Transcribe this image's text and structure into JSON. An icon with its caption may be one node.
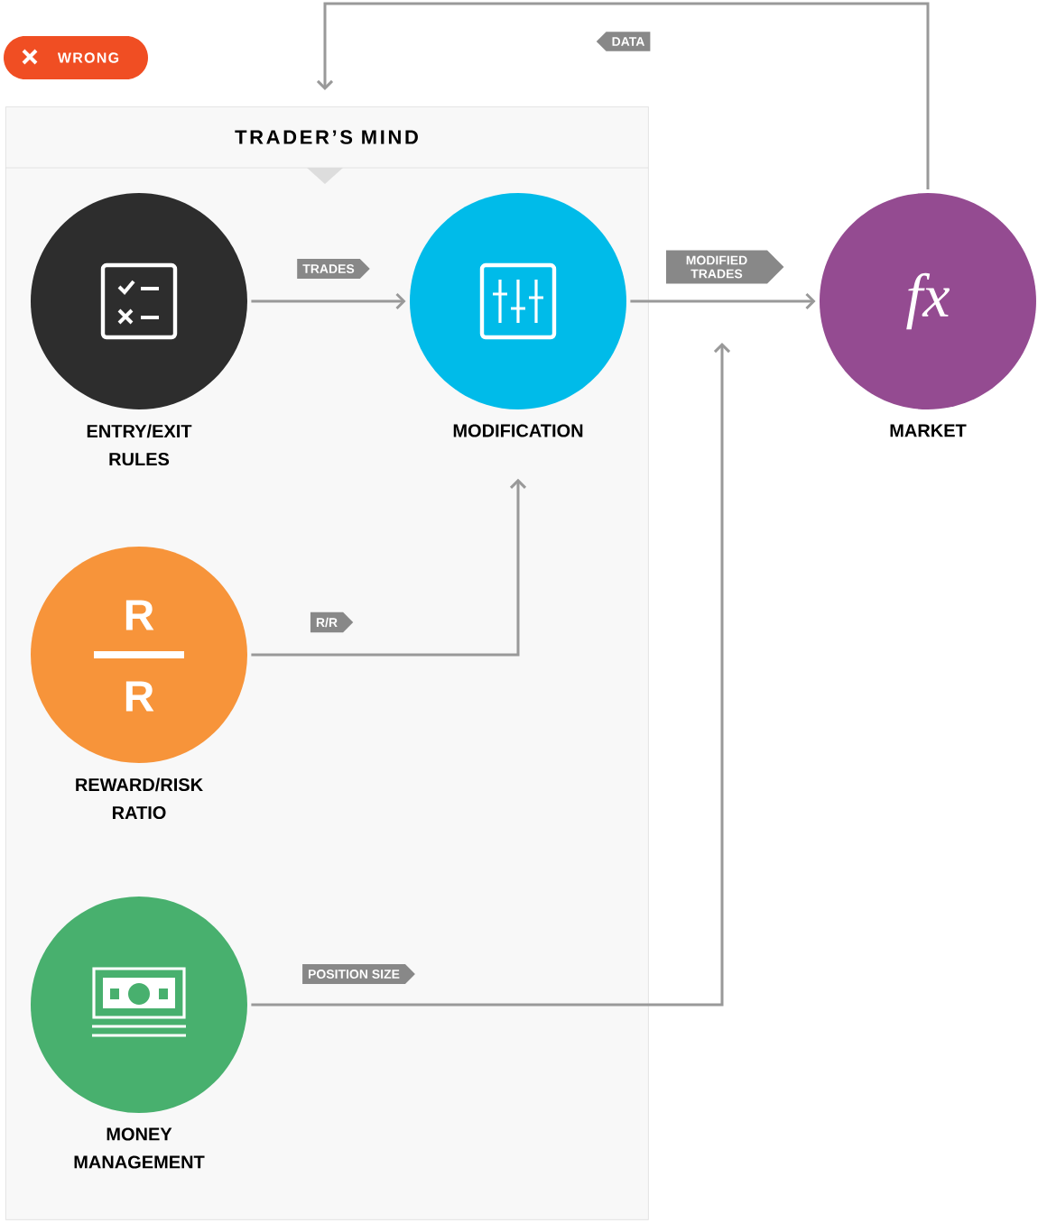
{
  "diagram": {
    "nodes": [
      {
        "text": [
          "WRONG"
        ]
      },
      {
        "text": [
          "TRADER’S MIND"
        ]
      },
      {
        "text": [
          "ENTRY/EXIT RULES"
        ],
        "in": 1
      },
      {
        "text": [
          "MODIFICATION"
        ],
        "in": 1
      },
      {
        "text": [
          "R",
          "R",
          "REWARD/RISK RATIO"
        ],
        "in": 1
      },
      {
        "text": [
          "MONEY MANAGEMENT"
        ],
        "in": 1
      },
      {
        "text": [
          "fx",
          "MARKET"
        ]
      }
    ],
    "edges": [
      {
        "from": 2,
        "to": 3,
        "arrow": "to",
        "label": "TRADES"
      },
      {
        "from": 4,
        "to": 3,
        "arrow": "to",
        "label": "R/R"
      },
      {
        "from": 3,
        "to": 6,
        "arrow": "to",
        "label": "MODIFIED TRADES"
      },
      {
        "from": 5,
        "to": 6,
        "arrow": "to",
        "label": "POSITION SIZE"
      },
      {
        "from": 6,
        "to": 1,
        "arrow": "to",
        "label": "DATA"
      }
    ]
  }
}
